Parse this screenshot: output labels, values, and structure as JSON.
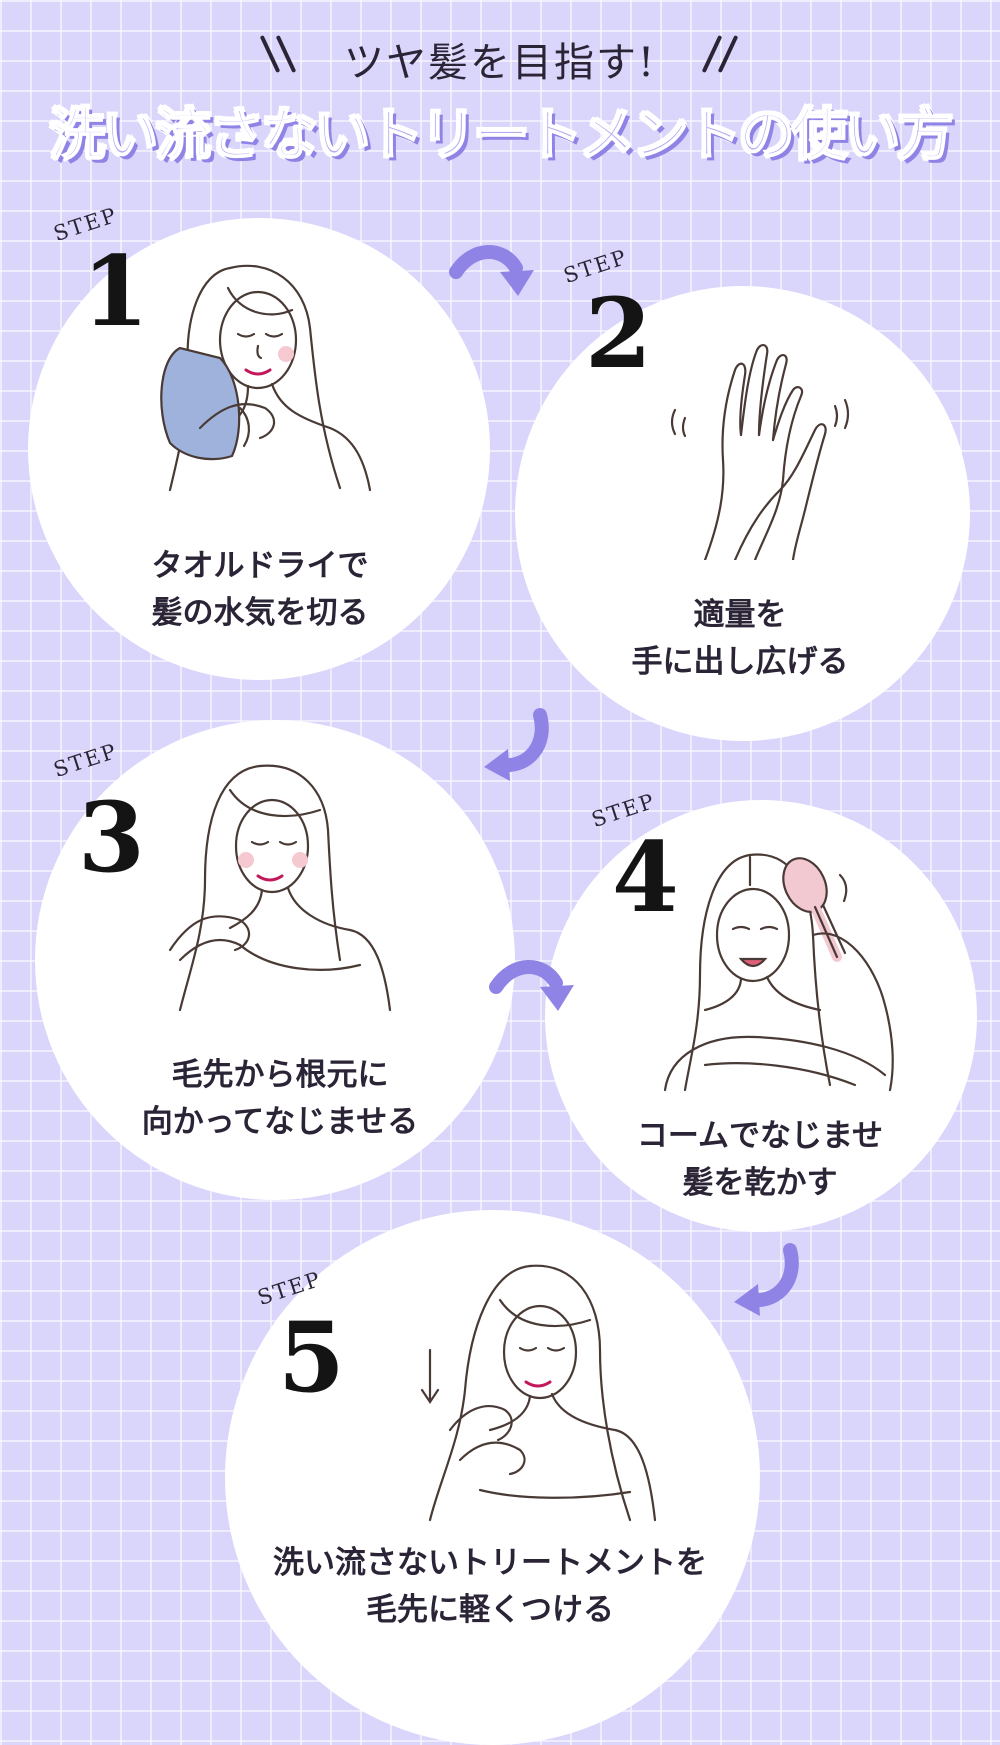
{
  "header": {
    "subtitle": "ツヤ髪を目指す!",
    "title": "洗い流さないトリートメントの使い方"
  },
  "step_label": "STEP",
  "steps": [
    {
      "number": "1",
      "caption_line1": "タオルドライで",
      "caption_line2": "髪の水気を切る"
    },
    {
      "number": "2",
      "caption_line1": "適量を",
      "caption_line2": "手に出し広げる"
    },
    {
      "number": "3",
      "caption_line1": "毛先から根元に",
      "caption_line2": "向かってなじませる"
    },
    {
      "number": "4",
      "caption_line1": "コームでなじませ",
      "caption_line2": "髪を乾かす"
    },
    {
      "number": "5",
      "caption_line1": "洗い流さないトリートメントを",
      "caption_line2": "毛先に軽くつける"
    }
  ],
  "colors": {
    "background": "#d9d5fb",
    "accent": "#8f84e6",
    "title_fill": "#b4abf2",
    "text": "#2b2436",
    "towel": "#9fb2dc",
    "brush": "#f2c9d0"
  },
  "icons": [
    "curved-arrow-icon",
    "towel-drying-illustration",
    "hands-illustration",
    "applying-illustration",
    "combing-illustration",
    "finishing-illustration"
  ]
}
